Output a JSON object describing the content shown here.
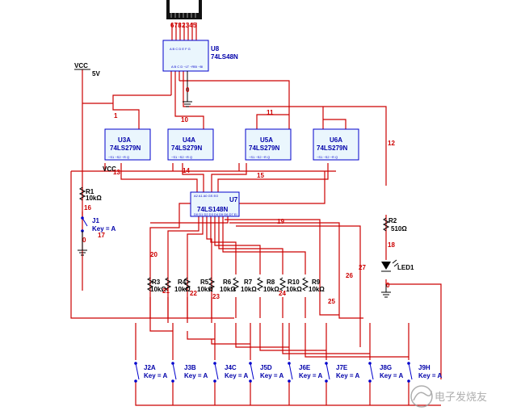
{
  "chips": {
    "U8": {
      "name": "U8",
      "part": "74LS48N"
    },
    "U3A": {
      "name": "U3A",
      "part": "74LS279N"
    },
    "U4A": {
      "name": "U4A",
      "part": "74LS279N"
    },
    "U5A": {
      "name": "U5A",
      "part": "74LS279N"
    },
    "U6A": {
      "name": "U6A",
      "part": "74LS279N"
    },
    "U7": {
      "name": "U7",
      "part": "74LS148N"
    }
  },
  "display_pins": "6782345",
  "power": {
    "label": "VCC",
    "value": "5V",
    "vcc_pin": "VCC"
  },
  "switch_J1": {
    "name": "J1",
    "label": "Key = A"
  },
  "resistors": [
    {
      "name": "R1",
      "value": "10kΩ"
    },
    {
      "name": "R2",
      "value": "510Ω"
    },
    {
      "name": "R3",
      "value": "10kΩ"
    },
    {
      "name": "R4",
      "value": "10kΩ"
    },
    {
      "name": "R5",
      "value": "10kΩ"
    },
    {
      "name": "R6",
      "value": "10kΩ"
    },
    {
      "name": "R7",
      "value": "10kΩ"
    },
    {
      "name": "R8",
      "value": "10kΩ"
    },
    {
      "name": "R10",
      "value": "10kΩ"
    },
    {
      "name": "R9",
      "value": "10kΩ"
    }
  ],
  "led": {
    "name": "LED1"
  },
  "key_switches": [
    {
      "name": "J2A",
      "label": "Key = A"
    },
    {
      "name": "J3B",
      "label": "Key = A"
    },
    {
      "name": "J4C",
      "label": "Key = A"
    },
    {
      "name": "J5D",
      "label": "Key = A"
    },
    {
      "name": "J6E",
      "label": "Key = A"
    },
    {
      "name": "J7E",
      "label": "Key = A"
    },
    {
      "name": "J8G",
      "label": "Key = A"
    },
    {
      "name": "J9H",
      "label": "Key = A"
    }
  ],
  "net_labels": [
    "0",
    "1",
    "10",
    "11",
    "12",
    "13",
    "14",
    "15",
    "16",
    "17",
    "0",
    "20",
    "19",
    "18",
    "21",
    "22",
    "23",
    "24",
    "25",
    "26",
    "27",
    "0"
  ],
  "watermark": "电子发烧友"
}
